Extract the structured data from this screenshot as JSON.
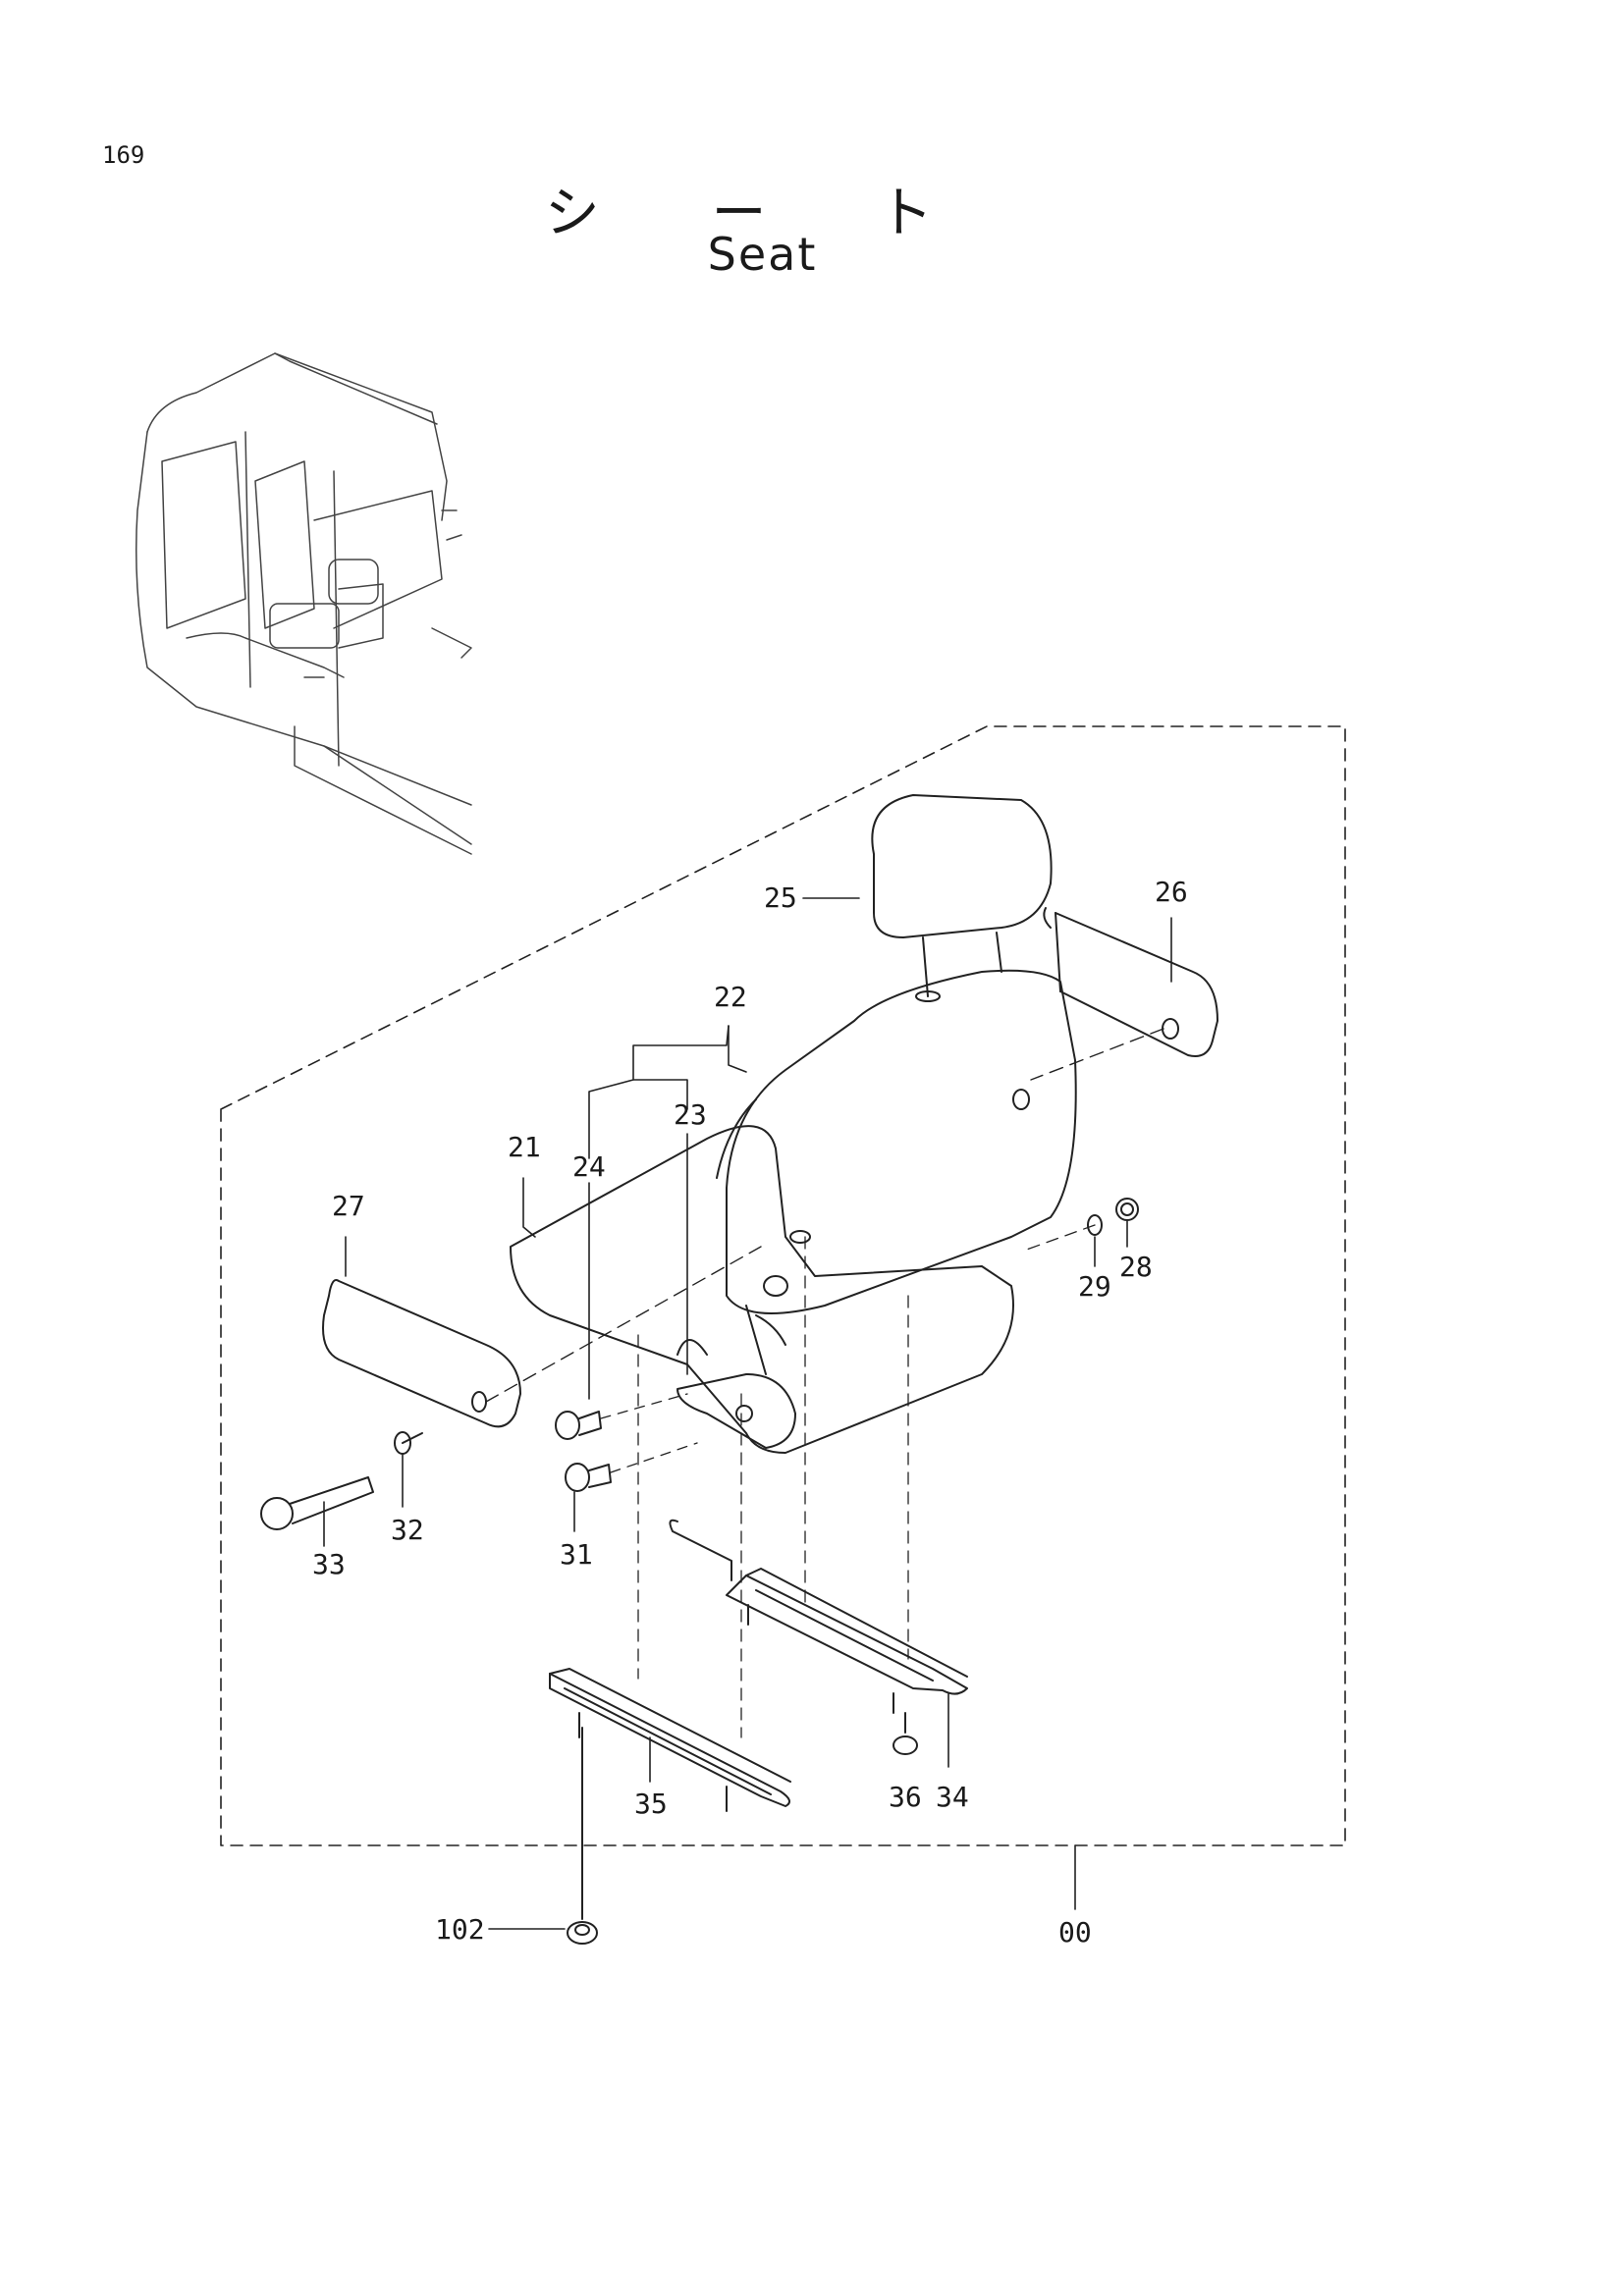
{
  "page": {
    "number": "169",
    "title_jp": "シ ー ト",
    "title_en": "Seat"
  },
  "callouts": {
    "c00": "00",
    "c21": "21",
    "c22": "22",
    "c23": "23",
    "c24": "24",
    "c25": "25",
    "c26": "26",
    "c27": "27",
    "c28": "28",
    "c29": "29",
    "c31": "31",
    "c32": "32",
    "c33": "33",
    "c34": "34",
    "c35": "35",
    "c36": "36",
    "c102": "102"
  }
}
